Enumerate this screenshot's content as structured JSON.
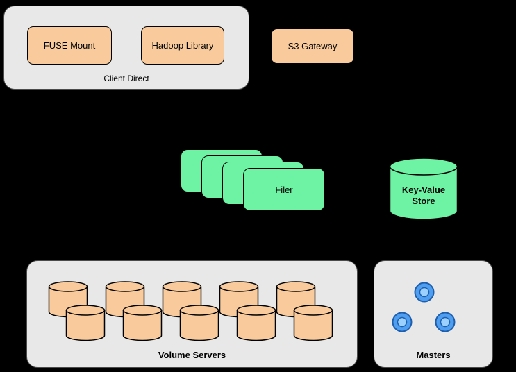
{
  "colors": {
    "canvas_bg": "#000000",
    "container_fill": "#e8e8e8",
    "container_border": "#4a4a4a",
    "shape_border": "#000000",
    "orange_fill": "#f9cb9c",
    "green_fill": "#6ef2a4",
    "master_outer": "#4f9ef0",
    "master_inner": "#9cd0ff",
    "master_border": "#1d5fae"
  },
  "client_direct": {
    "label": "Client Direct",
    "fuse_mount_label": "FUSE Mount",
    "hadoop_library_label": "Hadoop Library"
  },
  "s3_gateway": {
    "label": "S3 Gateway"
  },
  "filer": {
    "label": "Filer",
    "stack_count": 4
  },
  "key_value_store": {
    "label": "Key-Value Store"
  },
  "volume_servers": {
    "label": "Volume Servers",
    "top_row_count": 5,
    "bottom_row_count": 5
  },
  "masters": {
    "label": "Masters",
    "node_count": 3
  }
}
